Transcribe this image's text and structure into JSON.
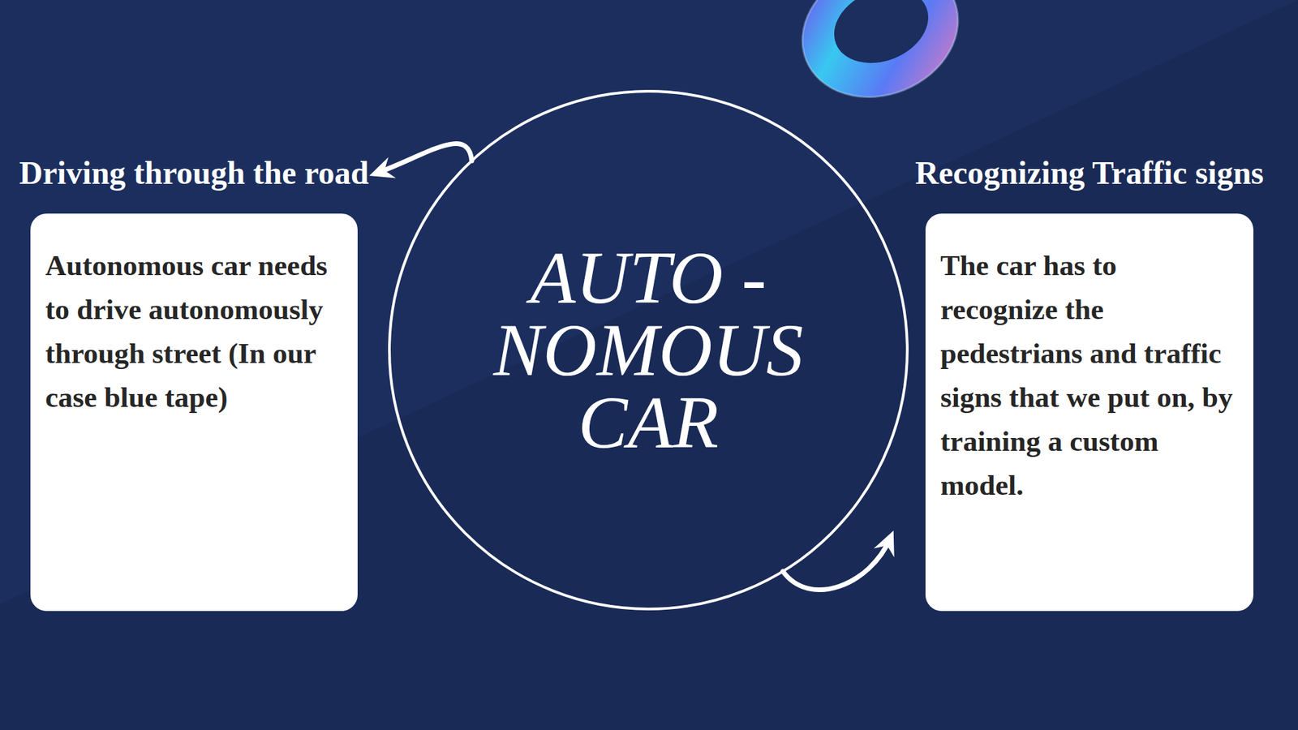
{
  "diagram": {
    "nodes": [
      {
        "text": [
          "Driving through the road",
          "Autonomous car needs to drive autonomously through street (In our case blue tape)"
        ]
      },
      {
        "text": [
          "AUTO - NOMOUS CAR"
        ]
      },
      {
        "text": [
          "Recognizing Traffic signs",
          "The car has to recognize the pedestrians and traffic signs that we put on, by training a custom model."
        ]
      }
    ],
    "edges": [
      {
        "from": 1,
        "to": 0,
        "arrow": "to"
      },
      {
        "from": 1,
        "to": 2,
        "arrow": "to"
      }
    ]
  }
}
